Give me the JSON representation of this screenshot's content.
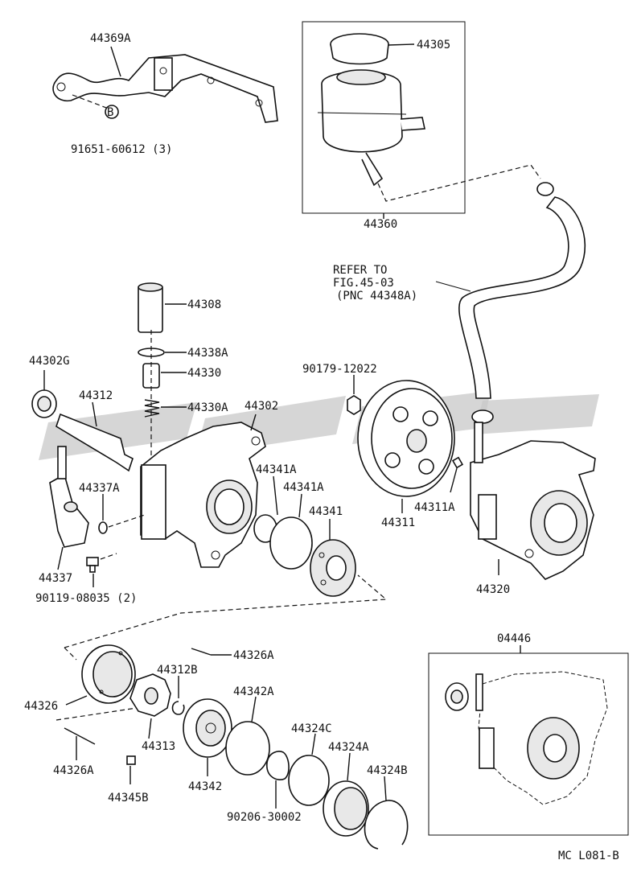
{
  "labels": {
    "p44369A": "44369A",
    "p91651": "91651-60612 (3)",
    "pB": "B",
    "p44305": "44305",
    "p44360": "44360",
    "refer1": "REFER TO",
    "refer2": "FIG.45-03",
    "refer3": "(PNC 44348A)",
    "p44308": "44308",
    "p44338A": "44338A",
    "p44330": "44330",
    "p44330A": "44330A",
    "p44302G": "44302G",
    "p44312": "44312",
    "p44302": "44302",
    "p90179": "90179-12022",
    "p44341A1": "44341A",
    "p44341A2": "44341A",
    "p44341": "44341",
    "p44337A": "44337A",
    "p44337": "44337",
    "p90119": "90119-08035 (2)",
    "p44311": "44311",
    "p44311A": "44311A",
    "p44320": "44320",
    "p44326A1": "44326A",
    "p44312B": "44312B",
    "p44326": "44326",
    "p44342A": "44342A",
    "p44313": "44313",
    "p44324C": "44324C",
    "p44324A": "44324A",
    "p44326A2": "44326A",
    "p44342": "44342",
    "p44324B": "44324B",
    "p44345B": "44345B",
    "p90206": "90206-30002",
    "p04446": "04446",
    "footer": "MC  L081-B"
  }
}
